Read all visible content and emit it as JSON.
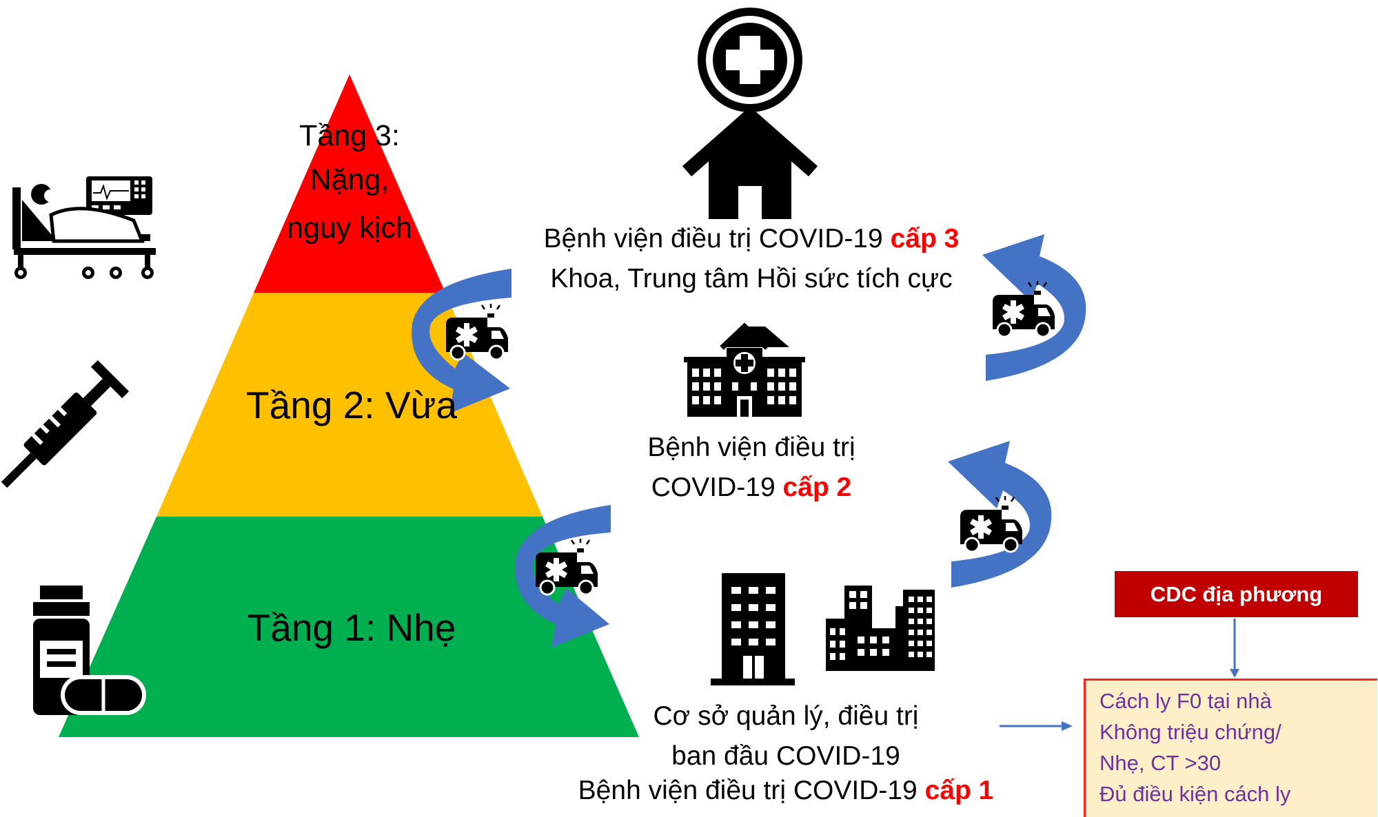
{
  "pyramid": {
    "tier3": {
      "line1": "Tầng 3:",
      "line2": "Nặng,",
      "line3": "nguy kịch",
      "color": "#ff0000"
    },
    "tier2": {
      "label": "Tầng 2: Vừa",
      "color": "#ffc000"
    },
    "tier1": {
      "label": "Tầng 1: Nhẹ",
      "color": "#00b050"
    }
  },
  "levels": {
    "level3": {
      "line1_prefix": "Bệnh viện điều trị COVID-19 ",
      "line1_highlight": "cấp 3",
      "line2": "Khoa, Trung tâm Hồi sức tích cực"
    },
    "level2": {
      "line1": "Bệnh viện điều trị",
      "line2_prefix": "COVID-19 ",
      "line2_highlight": "cấp 2"
    },
    "level1": {
      "line1": "Cơ sở quản lý, điều trị",
      "line2": "ban đầu COVID-19",
      "line3_prefix": "Bệnh viện điều trị COVID-19 ",
      "line3_highlight": "cấp 1"
    }
  },
  "cdc": {
    "label": "CDC địa phương"
  },
  "isolation": {
    "lines": [
      "Cách ly F0 tại nhà",
      "Không triệu chứng/",
      "Nhẹ, CT >30",
      "Đủ điều kiện cách ly"
    ]
  },
  "icons": [
    "patient-bed-icon",
    "syringe-icon",
    "medicine-bottle-icon",
    "hospital-cross-icon",
    "house-icon",
    "hospital-building-icon",
    "apartment-building-icon",
    "city-buildings-icon",
    "ambulance-icon",
    "curved-arrow-icon"
  ],
  "colors": {
    "arrow": "#4472c4",
    "highlight": "#ff0000",
    "cdc": "#c00000",
    "isolation_text": "#7030a0",
    "isolation_bg": "#fdf0c8"
  }
}
